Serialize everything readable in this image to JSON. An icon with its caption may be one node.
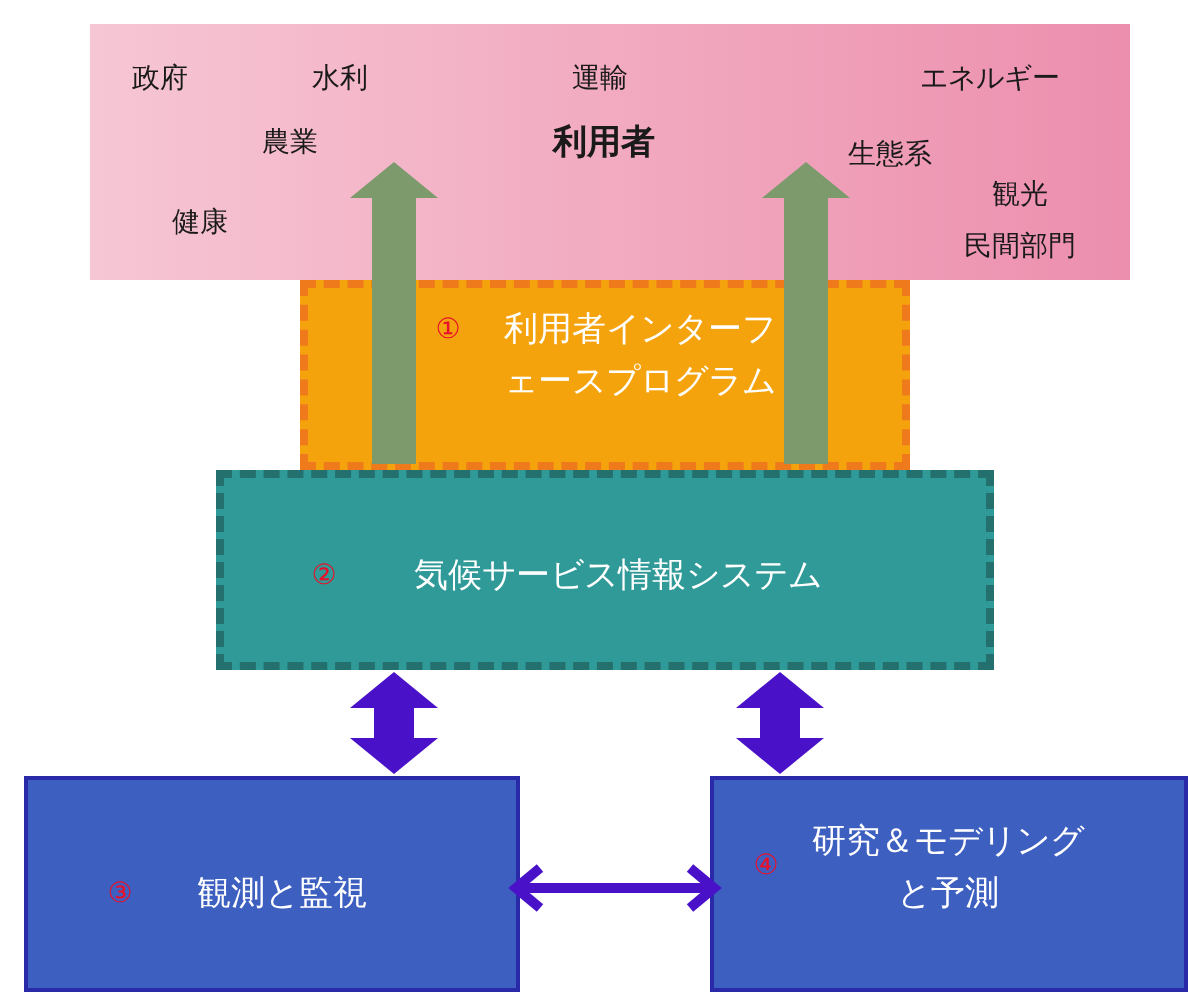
{
  "diagram": {
    "nodes": [
      {
        "text": [
          "政府",
          "水利",
          "運輸",
          "エネルギー",
          "農業",
          "利用者",
          "生態系",
          "観光",
          "健康",
          "民間部門"
        ]
      },
      {
        "text": [
          "①",
          "利用者インターフェースプログラム"
        ]
      },
      {
        "text": [
          "②",
          "気候サービス情報システム"
        ]
      },
      {
        "text": [
          "③",
          "観測と監視"
        ]
      },
      {
        "text": [
          "④",
          "研究＆モデリングと予測"
        ]
      }
    ],
    "edges": [
      {
        "from": 1,
        "to": 0,
        "arrow": "to",
        "color": "#7c9a6c"
      },
      {
        "from": 1,
        "to": 0,
        "arrow": "to",
        "color": "#7c9a6c"
      },
      {
        "from": 2,
        "to": 3,
        "arrow": "both"
      },
      {
        "from": 2,
        "to": 4,
        "arrow": "both"
      },
      {
        "from": 3,
        "to": 4,
        "arrow": "both"
      }
    ]
  }
}
